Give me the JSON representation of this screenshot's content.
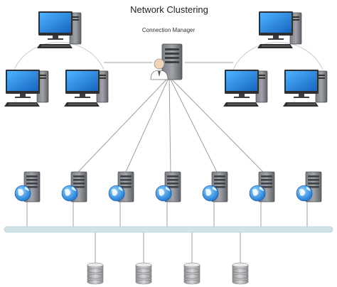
{
  "diagram": {
    "title": "Network Clustering",
    "manager_label": "Connection Manager",
    "client_groups": [
      {
        "side": "left",
        "workstation_count": 3
      },
      {
        "side": "right",
        "workstation_count": 3
      }
    ],
    "web_server_count": 7,
    "database_count": 4,
    "icons": {
      "workstation": "desktop-computer-icon",
      "manager": "server-with-admin-icon",
      "web_server": "globe-server-icon",
      "database": "database-cylinder-icon"
    },
    "colors": {
      "screen": "#1e88e5",
      "tower": "#5f6368",
      "globe": "#2196f3",
      "bus": "#cfe3e8",
      "line": "#9aa0a6"
    }
  }
}
